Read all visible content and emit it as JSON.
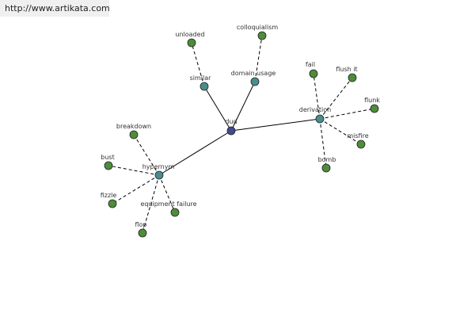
{
  "banner": {
    "url_text": "http://www.artikata.com"
  },
  "colors": {
    "center": "#414a8c",
    "hub": "#4a8c8c",
    "leaf": "#4e8c3a"
  },
  "graph": {
    "nodes": [
      {
        "id": "dud",
        "label": "dud",
        "type": "center"
      },
      {
        "id": "similar",
        "label": "similar",
        "type": "hub"
      },
      {
        "id": "domain_usage",
        "label": "domain usage",
        "type": "hub"
      },
      {
        "id": "derivation",
        "label": "derivation",
        "type": "hub"
      },
      {
        "id": "hypernym",
        "label": "hypernym",
        "type": "hub"
      },
      {
        "id": "unloaded",
        "label": "unloaded",
        "type": "leaf"
      },
      {
        "id": "colloquialism",
        "label": "colloquialism",
        "type": "leaf"
      },
      {
        "id": "fail",
        "label": "fail",
        "type": "leaf"
      },
      {
        "id": "flush_it",
        "label": "flush it",
        "type": "leaf"
      },
      {
        "id": "flunk",
        "label": "flunk",
        "type": "leaf"
      },
      {
        "id": "misfire",
        "label": "misfire",
        "type": "leaf"
      },
      {
        "id": "bomb",
        "label": "bomb",
        "type": "leaf"
      },
      {
        "id": "breakdown",
        "label": "breakdown",
        "type": "leaf"
      },
      {
        "id": "bust",
        "label": "bust",
        "type": "leaf"
      },
      {
        "id": "fizzle",
        "label": "fizzle",
        "type": "leaf"
      },
      {
        "id": "equipment_failure",
        "label": "equipment failure",
        "type": "leaf"
      },
      {
        "id": "flop",
        "label": "flop",
        "type": "leaf"
      }
    ],
    "edges": [
      {
        "from": "dud",
        "to": "similar",
        "style": "solid"
      },
      {
        "from": "dud",
        "to": "domain_usage",
        "style": "solid"
      },
      {
        "from": "dud",
        "to": "derivation",
        "style": "solid"
      },
      {
        "from": "dud",
        "to": "hypernym",
        "style": "solid"
      },
      {
        "from": "similar",
        "to": "unloaded",
        "style": "dashed"
      },
      {
        "from": "domain_usage",
        "to": "colloquialism",
        "style": "dashed"
      },
      {
        "from": "derivation",
        "to": "fail",
        "style": "dashed"
      },
      {
        "from": "derivation",
        "to": "flush_it",
        "style": "dashed"
      },
      {
        "from": "derivation",
        "to": "flunk",
        "style": "dashed"
      },
      {
        "from": "derivation",
        "to": "misfire",
        "style": "dashed"
      },
      {
        "from": "derivation",
        "to": "bomb",
        "style": "dashed"
      },
      {
        "from": "hypernym",
        "to": "breakdown",
        "style": "dashed"
      },
      {
        "from": "hypernym",
        "to": "bust",
        "style": "dashed"
      },
      {
        "from": "hypernym",
        "to": "fizzle",
        "style": "dashed"
      },
      {
        "from": "hypernym",
        "to": "equipment_failure",
        "style": "dashed"
      },
      {
        "from": "hypernym",
        "to": "flop",
        "style": "dashed"
      }
    ]
  }
}
